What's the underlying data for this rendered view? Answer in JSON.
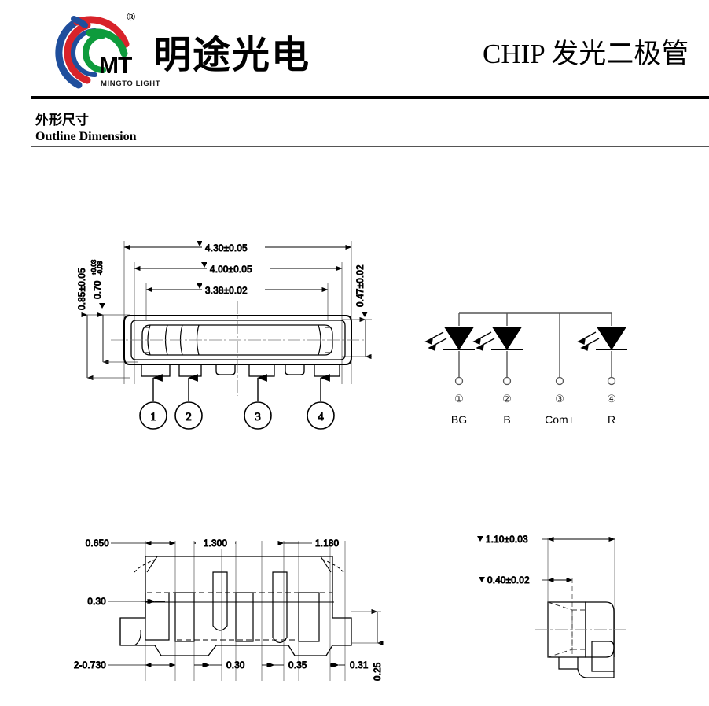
{
  "header": {
    "company_name_cn": "明途光电",
    "logo_mark_text": "MT",
    "logo_tagline": "MINGTO LIGHT",
    "logo_registered": "®",
    "doc_title": "CHIP 发光二极管",
    "logo_colors": {
      "blue": "#1F4E9C",
      "red": "#D8232A",
      "green": "#0E9B3C"
    }
  },
  "section": {
    "title_cn": "外形尺寸",
    "title_en": "Outline Dimension"
  },
  "front_view": {
    "dim_overall_width": "4.30±0.05",
    "dim_body_width": "4.00±0.05",
    "dim_inner_width": "3.38±0.02",
    "dim_total_height": "0.85±0.05",
    "dim_body_height_value": "0.70",
    "dim_body_height_tol_upper": "+0.03",
    "dim_body_height_tol_lower": "-0.03",
    "dim_right_height": "0.47±0.02",
    "pin_callouts": [
      "1",
      "2",
      "3",
      "4"
    ]
  },
  "circuit_diagram": {
    "pin_numbers": [
      "①",
      "②",
      "③",
      "④"
    ],
    "pin_labels": [
      "BG",
      "B",
      "Com+",
      "R"
    ],
    "led_count": 3
  },
  "bottom_view": {
    "dim_top_left": "0.650",
    "dim_top_mid": "1.300",
    "dim_top_right": "1.180",
    "dim_left_side": "0.30",
    "dim_bot_1": "2-0.730",
    "dim_bot_2": "0.30",
    "dim_bot_3": "0.35",
    "dim_bot_4": "0.31",
    "dim_right_vertical": "0.25"
  },
  "side_view": {
    "dim_width": "1.10±0.03",
    "dim_inner": "0.40±0.02"
  }
}
